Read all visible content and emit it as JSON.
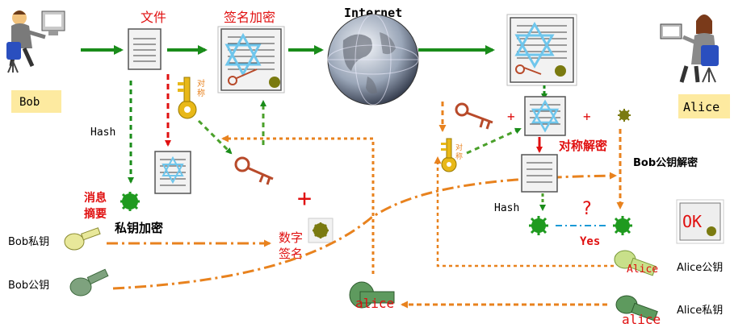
{
  "persons": {
    "bob": "Bob",
    "alice": "Alice"
  },
  "labels": {
    "file": "文件",
    "sign_encrypt": "签名加密",
    "internet": "Internet",
    "hash_left": "Hash",
    "digest_line1": "消息",
    "digest_line2": "摘要",
    "private_encrypt": "私钥加密",
    "plus_left": "+",
    "signature_line1": "数字",
    "signature_line2": "签名",
    "bob_private_key": "Bob私钥",
    "bob_public_key": "Bob公钥",
    "symmetric_key_1": "对",
    "symmetric_key_2": "称",
    "plus_right_1": "+",
    "plus_right_2": "+",
    "symmetric_decrypt": "对称解密",
    "bob_public_decrypt": "Bob公钥解密",
    "hash_right": "Hash",
    "question": "?",
    "yes": "Yes",
    "ok": "OK",
    "alice_public_key": "Alice公钥",
    "alice_private_key": "Alice私钥",
    "alice_key_text": "alice",
    "alice_key_text_small": "Alice"
  },
  "colors": {
    "green": "#1a8c1a",
    "orange": "#e8821e",
    "red": "#e01010",
    "label_bg": "#fdeaa0",
    "digest": "#1f9a1f",
    "signature": "#7a7a10",
    "key_gold": "#e8b818",
    "key_copper": "#b84a2a",
    "key_green": "#5e9a5e",
    "key_pale": "#c8e08a"
  }
}
